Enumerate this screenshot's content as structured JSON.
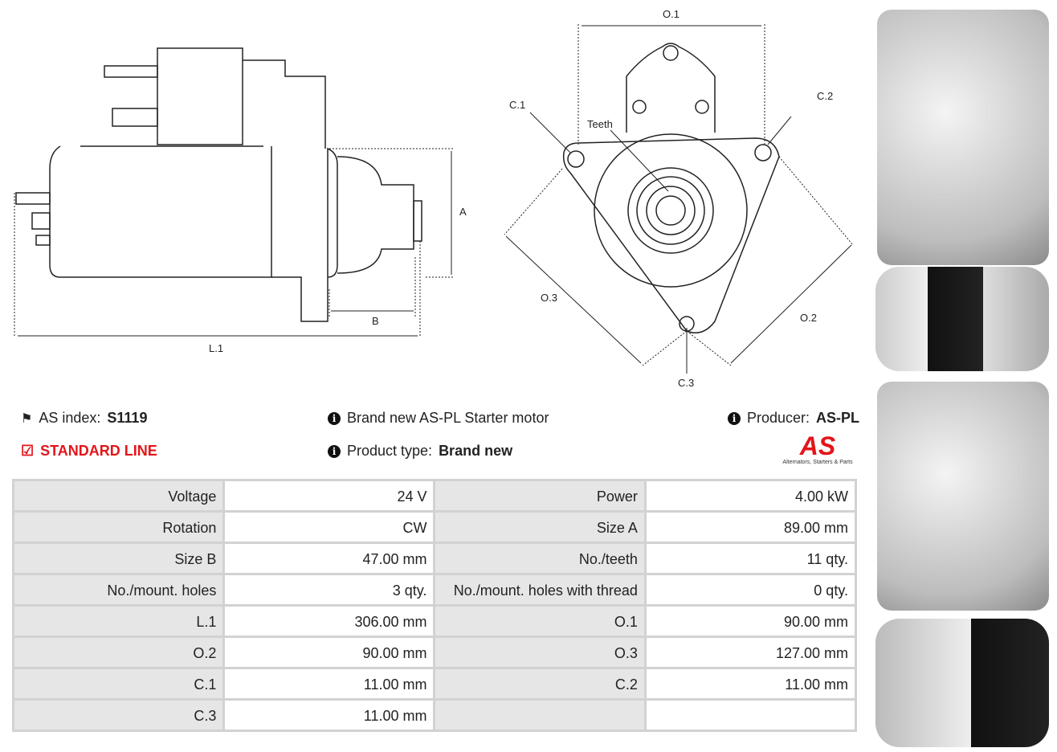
{
  "drawing": {
    "side_labels": {
      "a": "A",
      "b": "B",
      "l1": "L.1"
    },
    "front_labels": {
      "o1": "O.1",
      "o2": "O.2",
      "o3": "O.3",
      "c1": "C.1",
      "c2": "C.2",
      "c3": "C.3",
      "teeth": "Teeth"
    }
  },
  "info": {
    "as_index_label": "AS index:",
    "as_index_value": "S1119",
    "line": "STANDARD LINE",
    "description": "Brand new AS-PL Starter motor",
    "product_type_label": "Product type:",
    "product_type_value": "Brand new",
    "producer_label": "Producer:",
    "producer_value": "AS-PL",
    "logo_text": "AS",
    "logo_tagline": "Alternators, Starters & Parts",
    "colors": {
      "accent": "#e3151a"
    }
  },
  "specs": [
    {
      "l1": "Voltage",
      "v1": "24 V",
      "l2": "Power",
      "v2": "4.00 kW"
    },
    {
      "l1": "Rotation",
      "v1": "CW",
      "l2": "Size A",
      "v2": "89.00 mm"
    },
    {
      "l1": "Size B",
      "v1": "47.00 mm",
      "l2": "No./teeth",
      "v2": "11 qty."
    },
    {
      "l1": "No./mount. holes",
      "v1": "3 qty.",
      "l2": "No./mount. holes with thread",
      "v2": "0 qty."
    },
    {
      "l1": "L.1",
      "v1": "306.00 mm",
      "l2": "O.1",
      "v2": "90.00 mm"
    },
    {
      "l1": "O.2",
      "v1": "90.00 mm",
      "l2": "O.3",
      "v2": "127.00 mm"
    },
    {
      "l1": "C.1",
      "v1": "11.00 mm",
      "l2": "C.2",
      "v2": "11.00 mm"
    },
    {
      "l1": "C.3",
      "v1": "11.00 mm",
      "l2": "",
      "v2": ""
    }
  ]
}
